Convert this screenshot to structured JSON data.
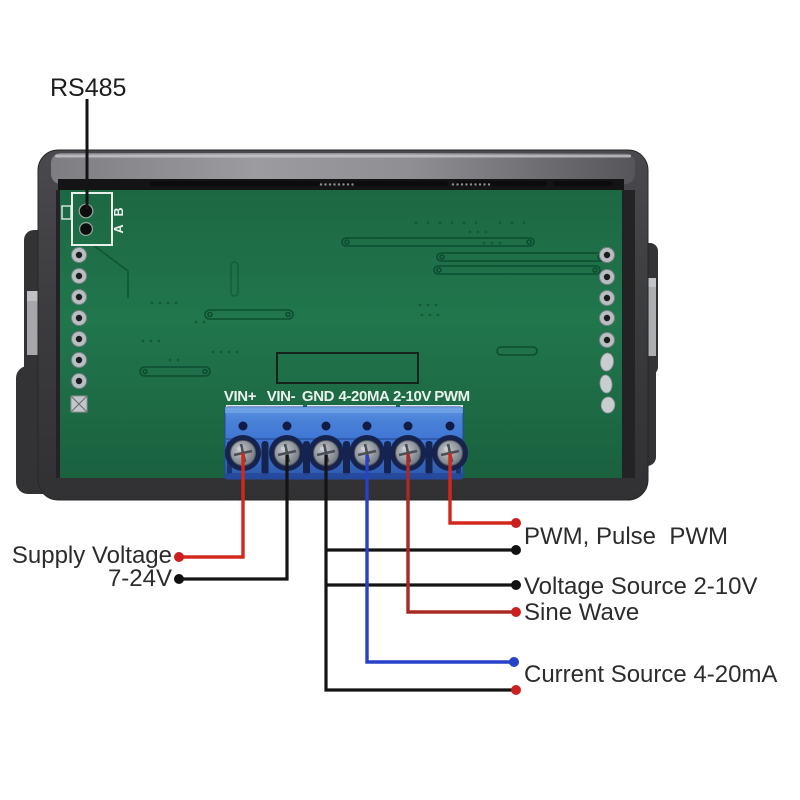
{
  "labels": {
    "rs485": "RS485",
    "supply_line1": "Supply Voltage",
    "supply_line2": "7-24V",
    "pwm_output": "PWM, Pulse  PWM",
    "voltage_source": "Voltage Source 2-10V",
    "sine_wave": "Sine Wave",
    "current_source": "Current Source 4-20mA"
  },
  "board": {
    "terminals": [
      "VIN+",
      "VIN-",
      "GND",
      "4-20MA",
      "2-10V",
      "PWM"
    ],
    "rs485_pins": [
      "B",
      "A"
    ]
  },
  "connections": [
    {
      "terminal": "VIN+",
      "wire_color": "red",
      "points_to": "Supply Voltage 7-24V"
    },
    {
      "terminal": "VIN-",
      "wire_color": "black",
      "points_to": "Supply Voltage 7-24V"
    },
    {
      "terminal": "GND",
      "wire_color": "black",
      "points_to": "PWM, Pulse PWM / Voltage Source 2-10V / Current Source 4-20mA"
    },
    {
      "terminal": "4-20MA",
      "wire_color": "blue",
      "points_to": "Current Source 4-20mA"
    },
    {
      "terminal": "2-10V",
      "wire_color": "dark-red",
      "points_to": "Sine Wave"
    },
    {
      "terminal": "PWM",
      "wire_color": "red",
      "points_to": "PWM, Pulse PWM"
    }
  ],
  "colors": {
    "wire_red": "#d2281c",
    "wire_dark_red": "#a82a24",
    "wire_blue": "#2742c8",
    "wire_black": "#141414",
    "pcb_green": "#1e6e47",
    "terminal_blue": "#3f76d4",
    "case_gray": "#3e3e41",
    "background": "#ffffff"
  }
}
